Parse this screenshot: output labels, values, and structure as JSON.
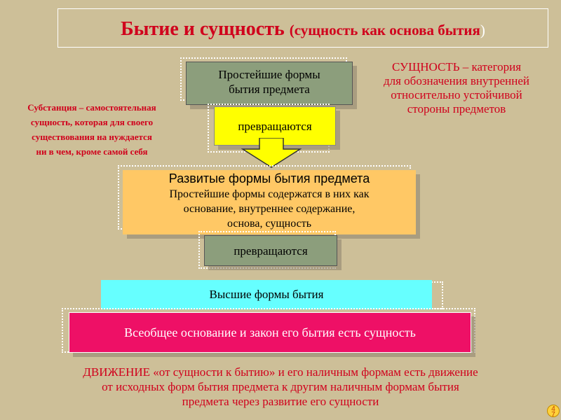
{
  "title": {
    "main": "Бытие и сущность",
    "sub": "(сущность как основа бытия",
    "close": ")"
  },
  "boxes": {
    "simplest": [
      "Простейшие формы",
      "бытия  предмета"
    ],
    "transform1": "превращаются",
    "developed": {
      "heading": "Развитые формы бытия предмета",
      "lines": [
        "Простейшие формы содержатся в них как",
        "основание, внутреннее содержание,",
        "основа, сущность"
      ]
    },
    "transform2": "превращаются",
    "highest": "Высшие формы бытия",
    "essence": "Всеобщее основание и закон его бытия есть сущность"
  },
  "notes": {
    "substance": [
      "Субстанция – самостоятельная",
      "сущность, которая для своего",
      "существования на нуждается",
      "ни в чем, кроме самой себя"
    ],
    "essence_def": [
      "СУЩНОСТЬ – категория",
      "для обозначения внутренней",
      "относительно устойчивой",
      "стороны предметов"
    ],
    "movement": [
      "ДВИЖЕНИЕ «от сущности к бытию» и его наличным формам есть движение",
      "от исходных форм бытия предмета к другим наличным формам бытия",
      "предмета через развитие его сущности"
    ]
  },
  "page_number": [
    "4",
    "7"
  ],
  "colors": {
    "background": "#cdbf98",
    "accent_red": "#d0001c",
    "olive_box": "#8c9e7c",
    "yellow_box": "#ffff00",
    "orange_box": "#ffc865",
    "cyan_box": "#66ffff",
    "magenta_box": "#ee1066"
  }
}
